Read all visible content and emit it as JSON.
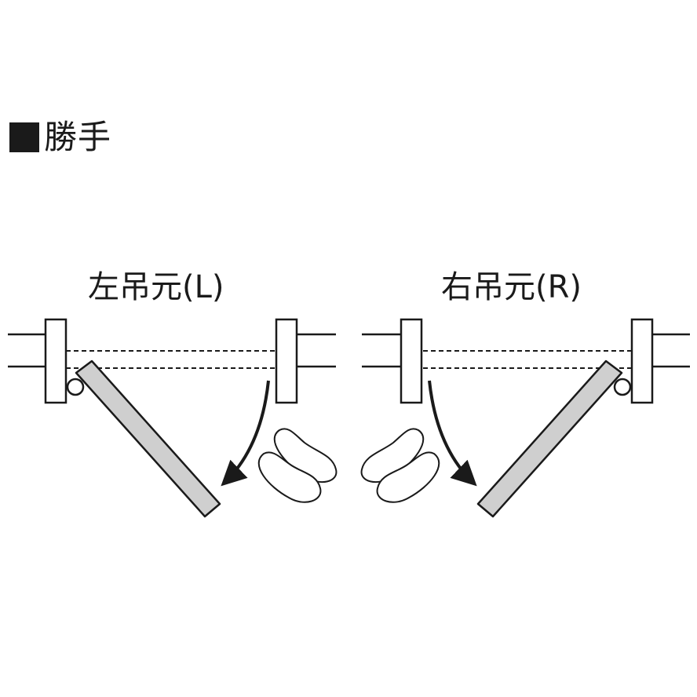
{
  "heading": {
    "text": "勝手",
    "marker_color": "#1a1a1a"
  },
  "panels": [
    {
      "caption": "左吊元(L)",
      "hinge_side": "left",
      "door_fill": "#cfcfcf",
      "stroke": "#1a1a1a"
    },
    {
      "caption": "右吊元(R)",
      "hinge_side": "right",
      "door_fill": "#cfcfcf",
      "stroke": "#1a1a1a"
    }
  ]
}
